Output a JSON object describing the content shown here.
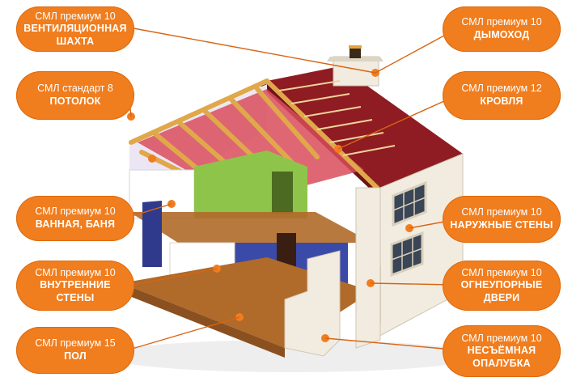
{
  "labels": {
    "ventilation": {
      "line1": "СМЛ премиум 10",
      "line2": "ВЕНТИЛЯЦИОННАЯ",
      "line3": "ШАХТА"
    },
    "ceiling": {
      "line1": "СМЛ стандарт 8",
      "line2": "ПОТОЛОК"
    },
    "bathroom": {
      "line1": "СМЛ премиум 10",
      "line2": "ВАННАЯ, БАНЯ"
    },
    "inner_walls": {
      "line1": "СМЛ премиум 10",
      "line2": "ВНУТРЕННИЕ",
      "line3": "СТЕНЫ"
    },
    "floor": {
      "line1": "СМЛ премиум 15",
      "line2": "ПОЛ"
    },
    "chimney": {
      "line1": "СМЛ премиум 10",
      "line2": "ДЫМОХОД"
    },
    "roof": {
      "line1": "СМЛ премиум 12",
      "line2": "КРОВЛЯ"
    },
    "outer_walls": {
      "line1": "СМЛ премиум 10",
      "line2": "НАРУЖНЫЕ СТЕНЫ"
    },
    "fire_doors": {
      "line1": "СМЛ премиум 10",
      "line2": "ОГНЕУПОРНЫЕ",
      "line3": "ДВЕРИ"
    },
    "formwork": {
      "line1": "СМЛ премиум 10",
      "line2": "НЕСЪЁМНАЯ",
      "line3": "ОПАЛУБКА"
    }
  },
  "colors": {
    "accent": "#f07d1e",
    "roof": "#8e1c22",
    "wall": "#f2ece0",
    "floor": "#b06a2a",
    "beam": "#e0a84a",
    "insulation": "#d94c5c",
    "green_wall": "#8fc44a",
    "blue_room": "#2f3a8c"
  }
}
